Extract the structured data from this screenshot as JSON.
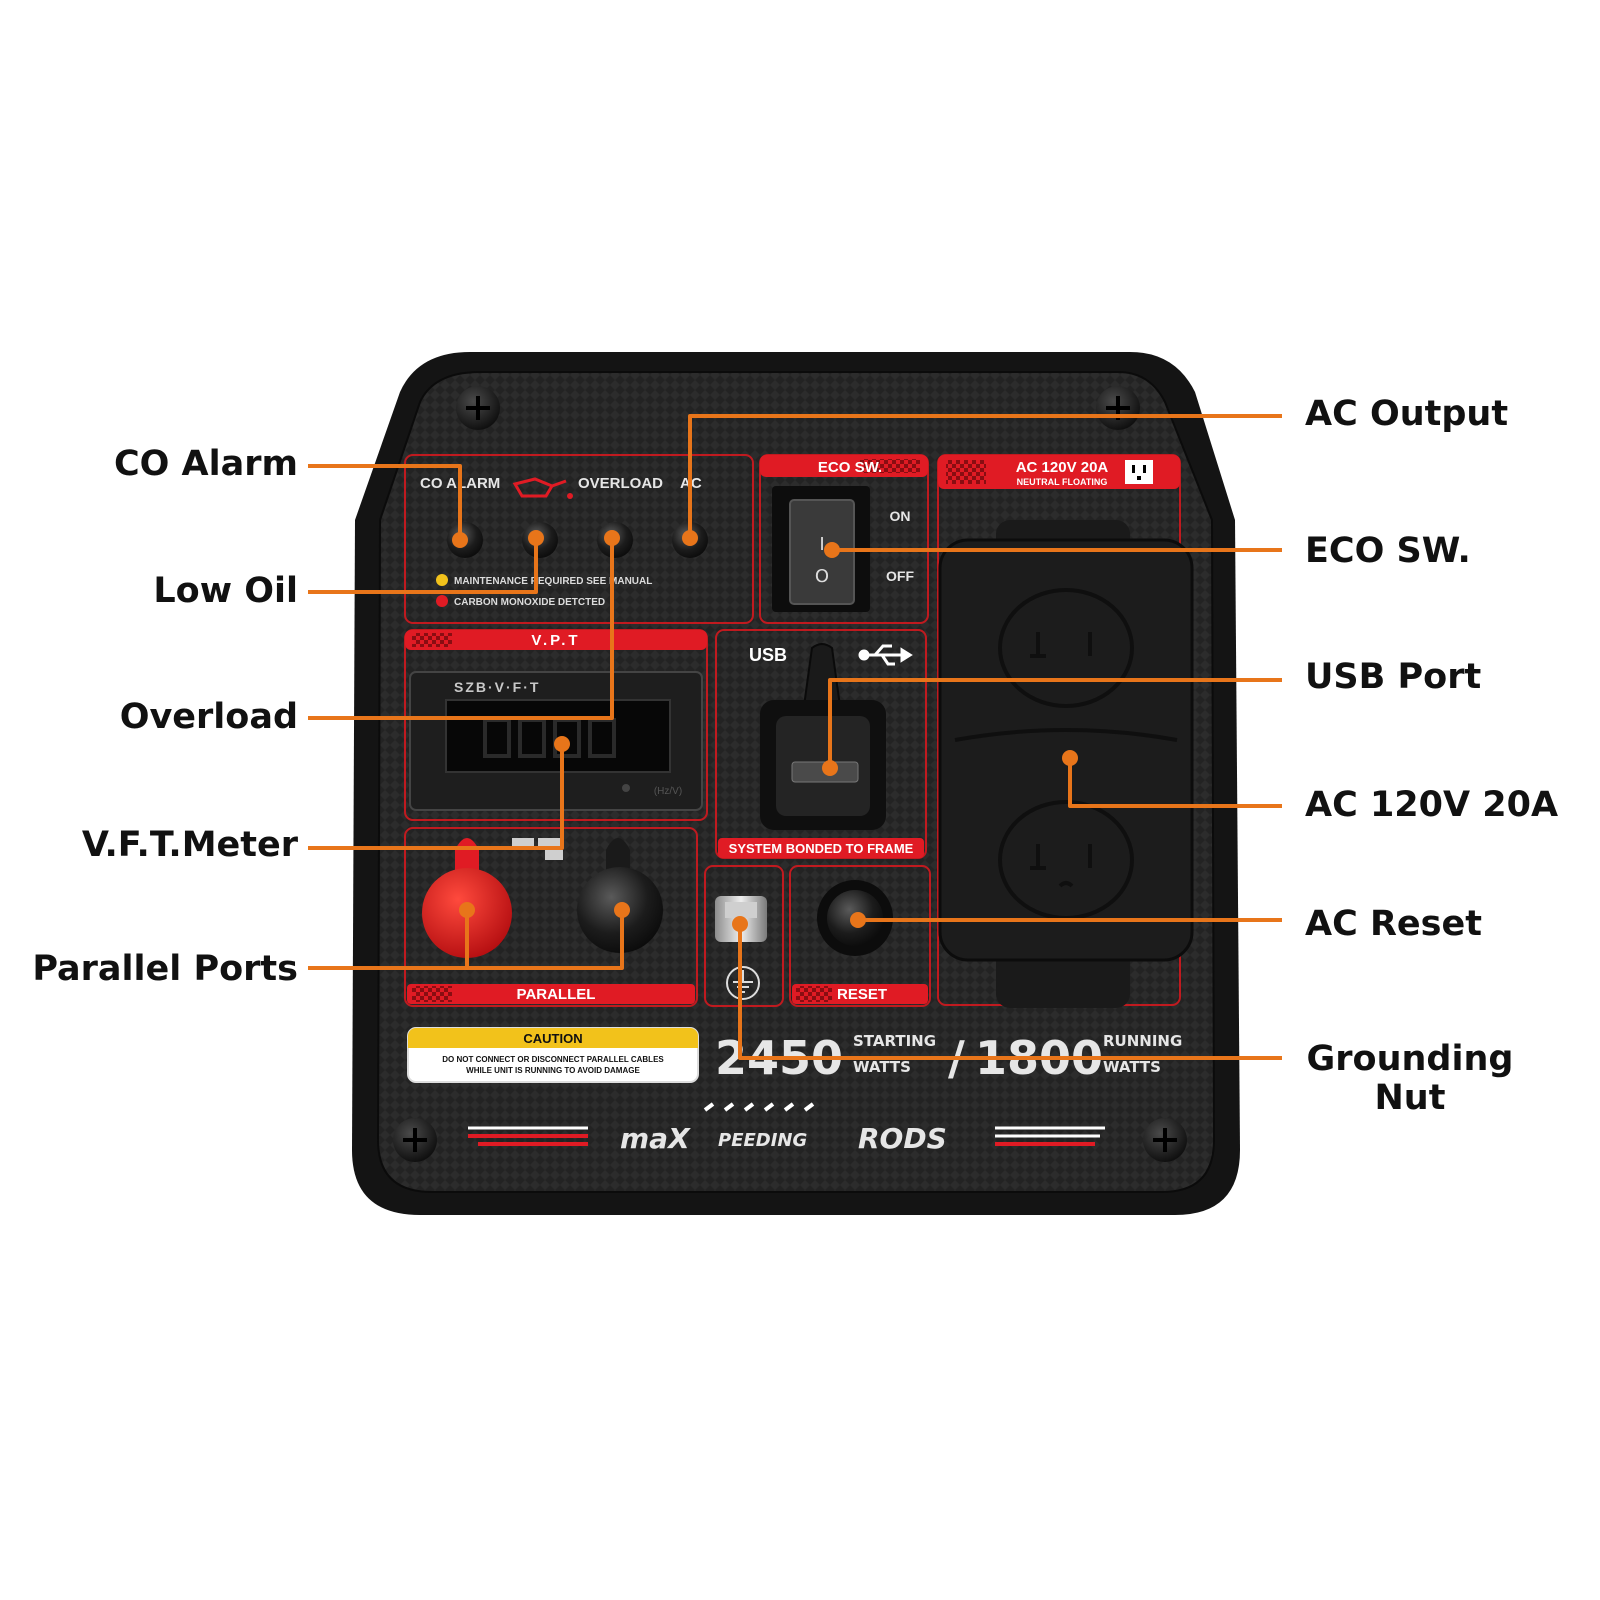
{
  "colors": {
    "leader": "#e8751a",
    "panel_outer": "#151515",
    "panel_inner": "#262626",
    "red": "#e01b24",
    "yellow": "#f2c21b",
    "white": "#ffffff"
  },
  "callouts": {
    "co_alarm": "CO Alarm",
    "low_oil": "Low Oil",
    "overload": "Overload",
    "vft_meter": "V.F.T.Meter",
    "parallel_ports": "Parallel Ports",
    "ac_output": "AC Output",
    "eco_sw": "ECO SW.",
    "usb_port": "USB Port",
    "ac_120v": "AC 120V 20A",
    "ac_reset": "AC Reset",
    "grounding_line1": "Grounding",
    "grounding_line2": "Nut"
  },
  "panel": {
    "indicators": {
      "co_alarm": "CO ALARM",
      "overload": "OVERLOAD",
      "ac": "AC",
      "maintenance": "MAINTENANCE REQUIRED SEE MANUAL",
      "carbon": "CARBON MONOXIDE DETCTED"
    },
    "eco": {
      "title": "ECO SW.",
      "on": "ON",
      "off": "OFF",
      "switch_on": "I",
      "switch_off": "O"
    },
    "ac_outlet": {
      "title": "AC 120V 20A",
      "subtitle": "NEUTRAL FLOATING"
    },
    "vpt": {
      "title": "V.P.T",
      "meter_brand": "SZB·V·F·T",
      "meter_unit": "(Hz/V)"
    },
    "usb": {
      "label": "USB",
      "bonded": "SYSTEM BONDED TO FRAME"
    },
    "parallel": {
      "label": "PARALLEL"
    },
    "reset": {
      "label": "RESET"
    },
    "caution": {
      "title": "CAUTION",
      "line1": "DO NOT CONNECT OR DISCONNECT PARALLEL CABLES",
      "line2": "WHILE UNIT IS RUNNING TO AVOID DAMAGE"
    },
    "watts": {
      "starting_value": "2450",
      "starting_label1": "STARTING",
      "starting_label2": "WATTS",
      "separator": "/",
      "running_value": "1800",
      "running_label1": "RUNNING",
      "running_label2": "WATTS"
    },
    "brand": {
      "part1": "maX",
      "part2": "PEEDING",
      "part3": "RODS"
    }
  }
}
